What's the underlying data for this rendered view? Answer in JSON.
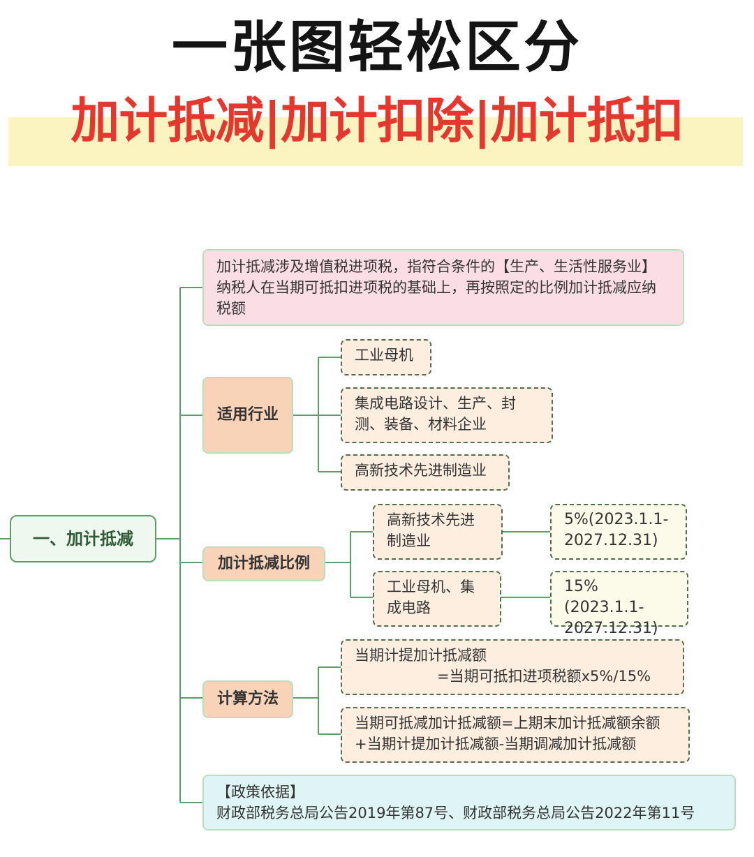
{
  "header": {
    "title": "一张图轻松区分",
    "subtitle": "加计抵减|加计扣除|加计抵扣"
  },
  "root": {
    "label": "一、加计抵减"
  },
  "definition": {
    "text": "加计抵减涉及增值税进项税，指符合条件的【生产、生活性服务业】纳税人在当期可抵扣进项税的基础上，再按照定的比例加计抵减应纳税额"
  },
  "industries": {
    "label": "适用行业",
    "items": [
      "工业母机",
      "集成电路设计、生产、封测、装备、材料企业",
      "高新技术先进制造业"
    ]
  },
  "ratio": {
    "label": "加计抵减比例",
    "rows": [
      {
        "type": "高新技术先进制造业",
        "rate": "5%(2023.1.1-2027.12.31)"
      },
      {
        "type": "工业母机、集成电路",
        "rate": "15%(2023.1.1-2027.12.31)"
      }
    ]
  },
  "method": {
    "label": "计算方法",
    "formula1_line1": "当期计提加计抵减额",
    "formula1_line2": "=当期可抵扣进项税额x5%/15%",
    "formula2": "当期可抵减加计抵减额=上期末加计抵减额余额+当期计提加计抵减额-当期调减加计抵减额"
  },
  "policy": {
    "heading": "【政策依据】",
    "text": "财政部税务总局公告2019年第87号、财政部税务总局公告2022年第11号"
  },
  "colors": {
    "title": "#141414",
    "subtitle": "#e4372e",
    "connector": "#5a9e6a",
    "category_fill": "#f8d3b8",
    "definition_fill": "#fbdde6",
    "policy_fill": "#dff4f4"
  }
}
